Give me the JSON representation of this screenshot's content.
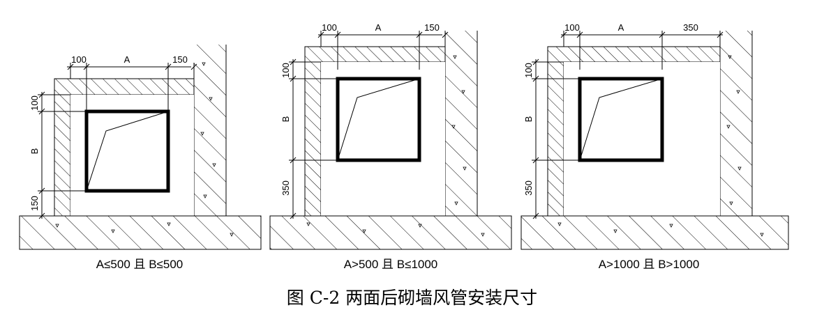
{
  "caption": "图 C-2 两面后砌墙风管安装尺寸",
  "panels": [
    {
      "conditions": "A≤500 且 B≤500",
      "dims": {
        "left_offset": "100",
        "width": "A",
        "right_offset": "150",
        "top_offset": "100",
        "height": "B",
        "bottom_offset": "150"
      }
    },
    {
      "conditions": "A>500 且 B≤1000",
      "dims": {
        "left_offset": "100",
        "width": "A",
        "right_offset": "150",
        "top_offset": "100",
        "height": "B",
        "bottom_offset": "350"
      }
    },
    {
      "conditions": "A>1000 且 B>1000",
      "dims": {
        "left_offset": "100",
        "width": "A",
        "right_offset": "350",
        "top_offset": "100",
        "height": "B",
        "bottom_offset": "350"
      }
    }
  ]
}
